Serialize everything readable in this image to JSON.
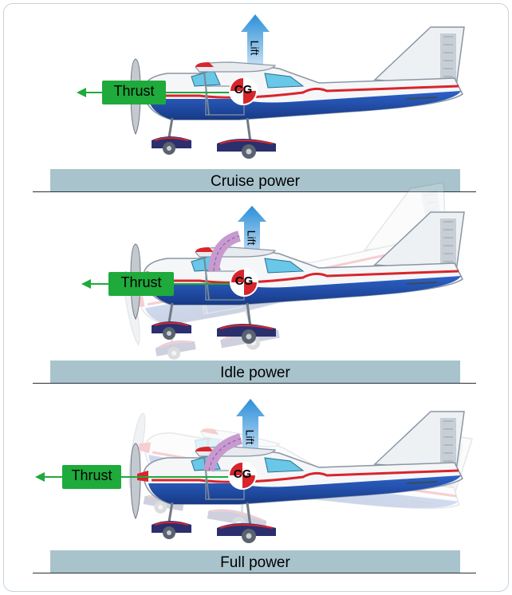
{
  "labels": {
    "thrust": "Thrust",
    "lift": "Lift",
    "cg": "CG"
  },
  "panels": [
    {
      "caption": "Cruise power"
    },
    {
      "caption": "Idle power"
    },
    {
      "caption": "Full power"
    }
  ],
  "colors": {
    "fuselage_white": "#f4f6f8",
    "fuselage_blue": "#1f4fb0",
    "stripe_red": "#d8252c",
    "thrust_green": "#1faa3c",
    "lift_blue": "#2b8fd8",
    "ground_band": "#a8c3cc",
    "ghost_arc": "#c79ad0"
  }
}
